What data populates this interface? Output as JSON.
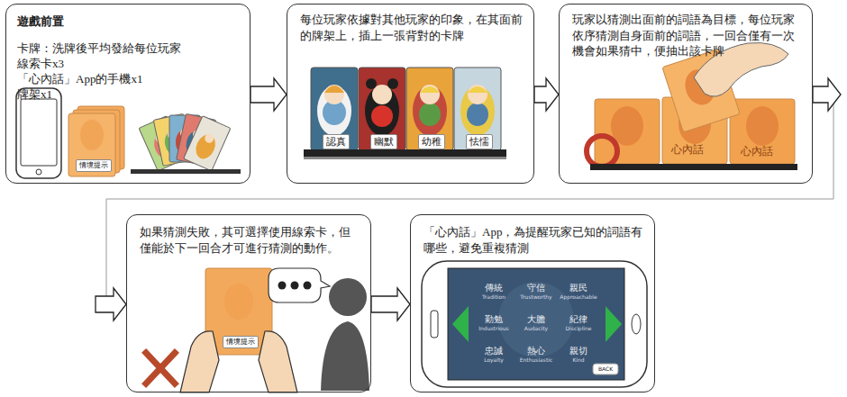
{
  "diagram": {
    "nodes": [
      {
        "text": [
          "遊戲前置",
          "卡牌：洗牌後平均發給每位玩家",
          "線索卡x3",
          "「心內話」App的手機x1",
          "牌架x1"
        ]
      },
      {
        "text": [
          "每位玩家依據對其他玩家的印象，在其面前的牌架上，插上一張背對的卡牌"
        ]
      },
      {
        "text": [
          "玩家以猜測出面前的詞語為目標，每位玩家依序猜測自身面前的詞語，一回合僅有一次機會如果猜中，便抽出該卡牌"
        ]
      },
      {
        "text": [
          "如果猜測失敗，其可選擇使用線索卡，但僅能於下一回合才可進行猜測的動作。"
        ]
      },
      {
        "text": [
          "「心內話」App，為提醒玩家已知的詞語有哪些，避免重複猜測"
        ]
      },
      {
        "text": [
          "認真"
        ],
        "in": 1
      },
      {
        "text": [
          "幽默"
        ],
        "in": 1
      },
      {
        "text": [
          "幼稚"
        ],
        "in": 1
      },
      {
        "text": [
          "怯懦"
        ],
        "in": 1
      },
      {
        "text": [
          "情境提示"
        ],
        "in": 0
      },
      {
        "text": [
          "情境提示"
        ],
        "in": 3
      }
    ],
    "edges": [
      {
        "from": 0,
        "to": 1,
        "arrow": "to"
      },
      {
        "from": 1,
        "to": 2,
        "arrow": "to"
      },
      {
        "from": 2,
        "to": 3,
        "arrow": "to"
      },
      {
        "from": 3,
        "to": 4,
        "arrow": "to"
      }
    ],
    "labels": [
      "心內話",
      "心內話",
      "傳統",
      "Tradition",
      "守信",
      "Trustworthy",
      "親民",
      "Approachable",
      "勤勉",
      "Industrious",
      "大膽",
      "Audacity",
      "紀律",
      "Discipline",
      "忠誠",
      "Loyalty",
      "熱心",
      "Enthusiastic",
      "親切",
      "Kind",
      "BACK"
    ]
  }
}
